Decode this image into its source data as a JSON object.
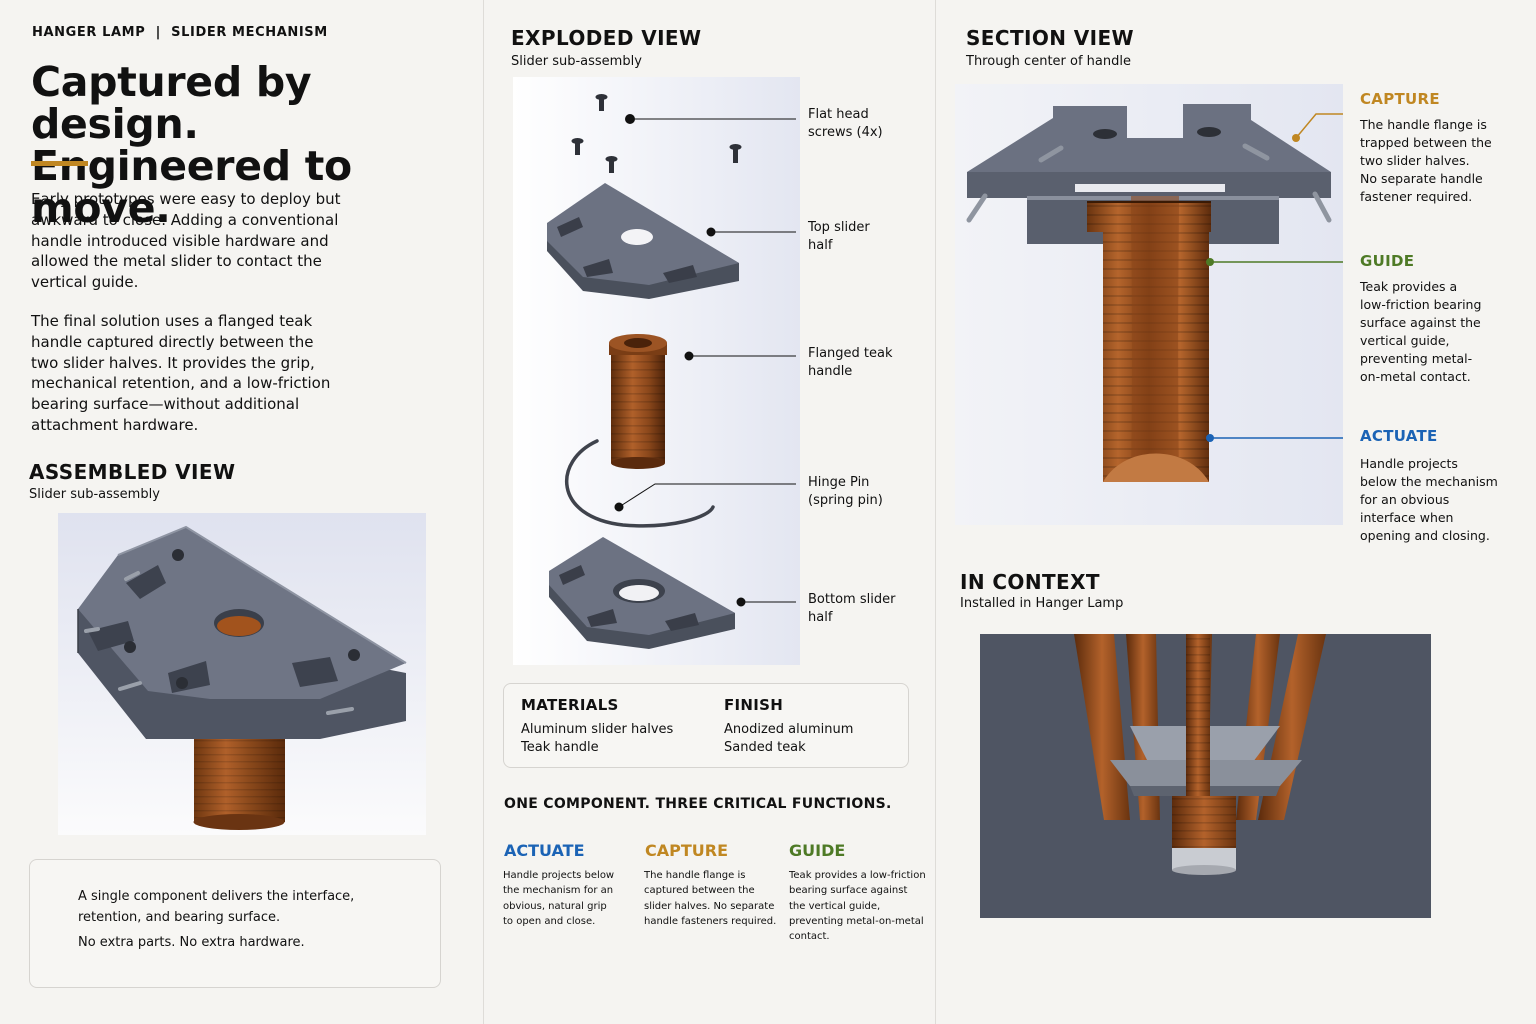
{
  "header": {
    "kicker": "HANGER LAMP  |  SLIDER MECHANISM"
  },
  "hero": {
    "headline_line1": "Captured by design.",
    "headline_line2": "Engineered to move.",
    "paragraph1_lines": [
      "Early prototypes were easy to deploy but",
      "awkward to close. Adding a conventional",
      "handle introduced visible hardware and",
      "allowed the metal slider to contact the",
      "vertical guide."
    ],
    "paragraph2_lines": [
      "The final solution uses a flanged teak",
      "handle captured directly between the",
      "two slider halves. It provides the grip,",
      "mechanical retention, and a low-friction",
      "bearing surface—without additional",
      "attachment hardware."
    ]
  },
  "assembled": {
    "title": "ASSEMBLED VIEW",
    "subtitle": "Slider sub-assembly"
  },
  "summary_box": {
    "line1": "A single component delivers the interface,",
    "line2": "retention, and bearing surface.",
    "line3": "No extra parts. No extra hardware."
  },
  "exploded": {
    "title": "EXPLODED VIEW",
    "subtitle": "Slider sub-assembly",
    "labels": [
      {
        "l1": "Flat head",
        "l2": "screws (4x)"
      },
      {
        "l1": "Top slider",
        "l2": "half"
      },
      {
        "l1": "Flanged teak",
        "l2": "handle"
      },
      {
        "l1": "Hinge Pin",
        "l2": "(spring pin)"
      },
      {
        "l1": "Bottom slider",
        "l2": "half"
      }
    ]
  },
  "materials": {
    "materials_title": "MATERIALS",
    "materials_items": [
      "Aluminum slider halves",
      "Teak handle"
    ],
    "finish_title": "FINISH",
    "finish_items": [
      "Anodized aluminum",
      "Sanded teak"
    ]
  },
  "functions": {
    "heading": "ONE COMPONENT. THREE CRITICAL FUNCTIONS.",
    "actuate": {
      "title": "ACTUATE",
      "lines": [
        "Handle projects below",
        "the mechanism for an",
        "obvious, natural grip",
        "to open and close."
      ]
    },
    "capture": {
      "title": "CAPTURE",
      "lines": [
        "The handle flange is",
        "captured between the",
        "slider halves. No separate",
        "handle fasteners required."
      ]
    },
    "guide": {
      "title": "GUIDE",
      "lines": [
        "Teak provides a low-friction",
        "bearing surface against",
        "the vertical guide,",
        "preventing metal-on-metal",
        "contact."
      ]
    }
  },
  "section": {
    "title": "SECTION VIEW",
    "subtitle": "Through center of handle",
    "capture": {
      "title": "CAPTURE",
      "lines": [
        "The handle flange is",
        "trapped between the",
        "two slider halves.",
        "No separate handle",
        "fastener required."
      ]
    },
    "guide": {
      "title": "GUIDE",
      "lines": [
        "Teak provides a",
        "low-friction bearing",
        "surface against the",
        "vertical guide,",
        "preventing metal-",
        "on-metal contact."
      ]
    },
    "actuate": {
      "title": "ACTUATE",
      "lines": [
        "Handle projects",
        "below the mechanism",
        "for an obvious",
        "interface when",
        "opening and closing."
      ]
    }
  },
  "context": {
    "title": "IN CONTEXT",
    "subtitle": "Installed in Hanger Lamp"
  },
  "colors": {
    "accent_gold": "#c08722",
    "actuate_blue": "#1b63b5",
    "capture_gold": "#c08722",
    "guide_green": "#4e7a26"
  }
}
